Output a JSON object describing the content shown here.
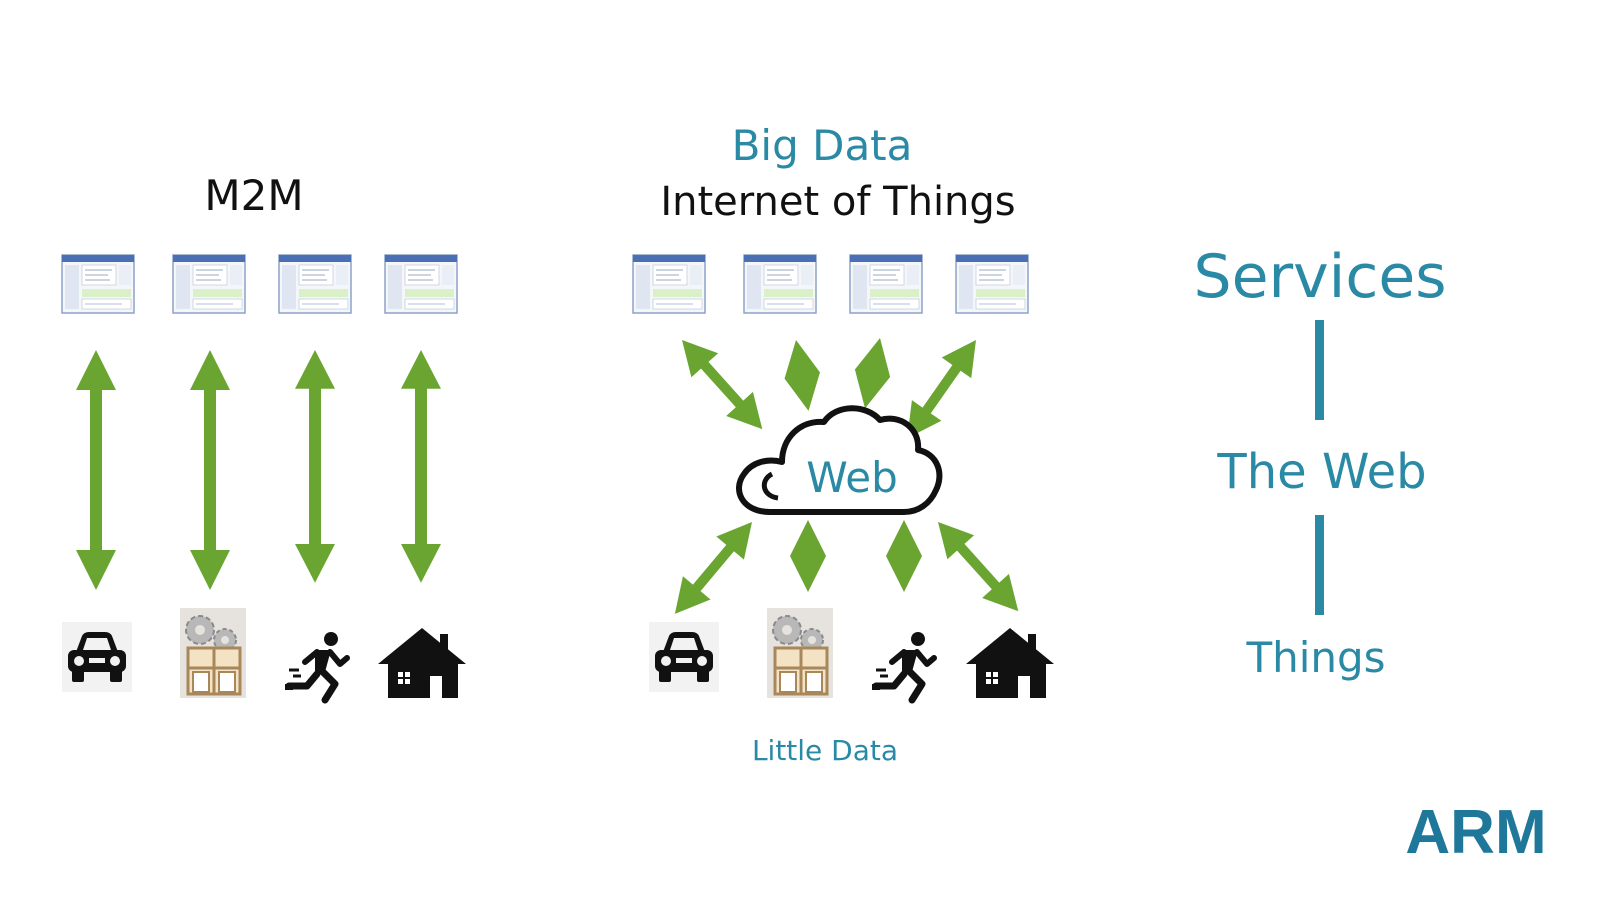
{
  "colors": {
    "teal": "#2a8aa6",
    "arrow_green": "#6aa532",
    "logo_blue": "#1f7799",
    "black": "#111111"
  },
  "m2m": {
    "title": "M2M",
    "servers": [
      "server-screen-icon",
      "server-screen-icon",
      "server-screen-icon",
      "server-screen-icon"
    ],
    "things": [
      "car-icon",
      "factory-icon",
      "runner-icon",
      "house-icon"
    ]
  },
  "iot": {
    "big_data_label": "Big Data",
    "title": "Internet of Things",
    "cloud_label": "Web",
    "little_data_label": "Little Data",
    "servers": [
      "server-screen-icon",
      "server-screen-icon",
      "server-screen-icon",
      "server-screen-icon"
    ],
    "things": [
      "car-icon",
      "factory-icon",
      "runner-icon",
      "house-icon"
    ]
  },
  "stack": {
    "top": "Services",
    "middle": "The Web",
    "bottom": "Things"
  },
  "logo": {
    "text": "ARM"
  }
}
